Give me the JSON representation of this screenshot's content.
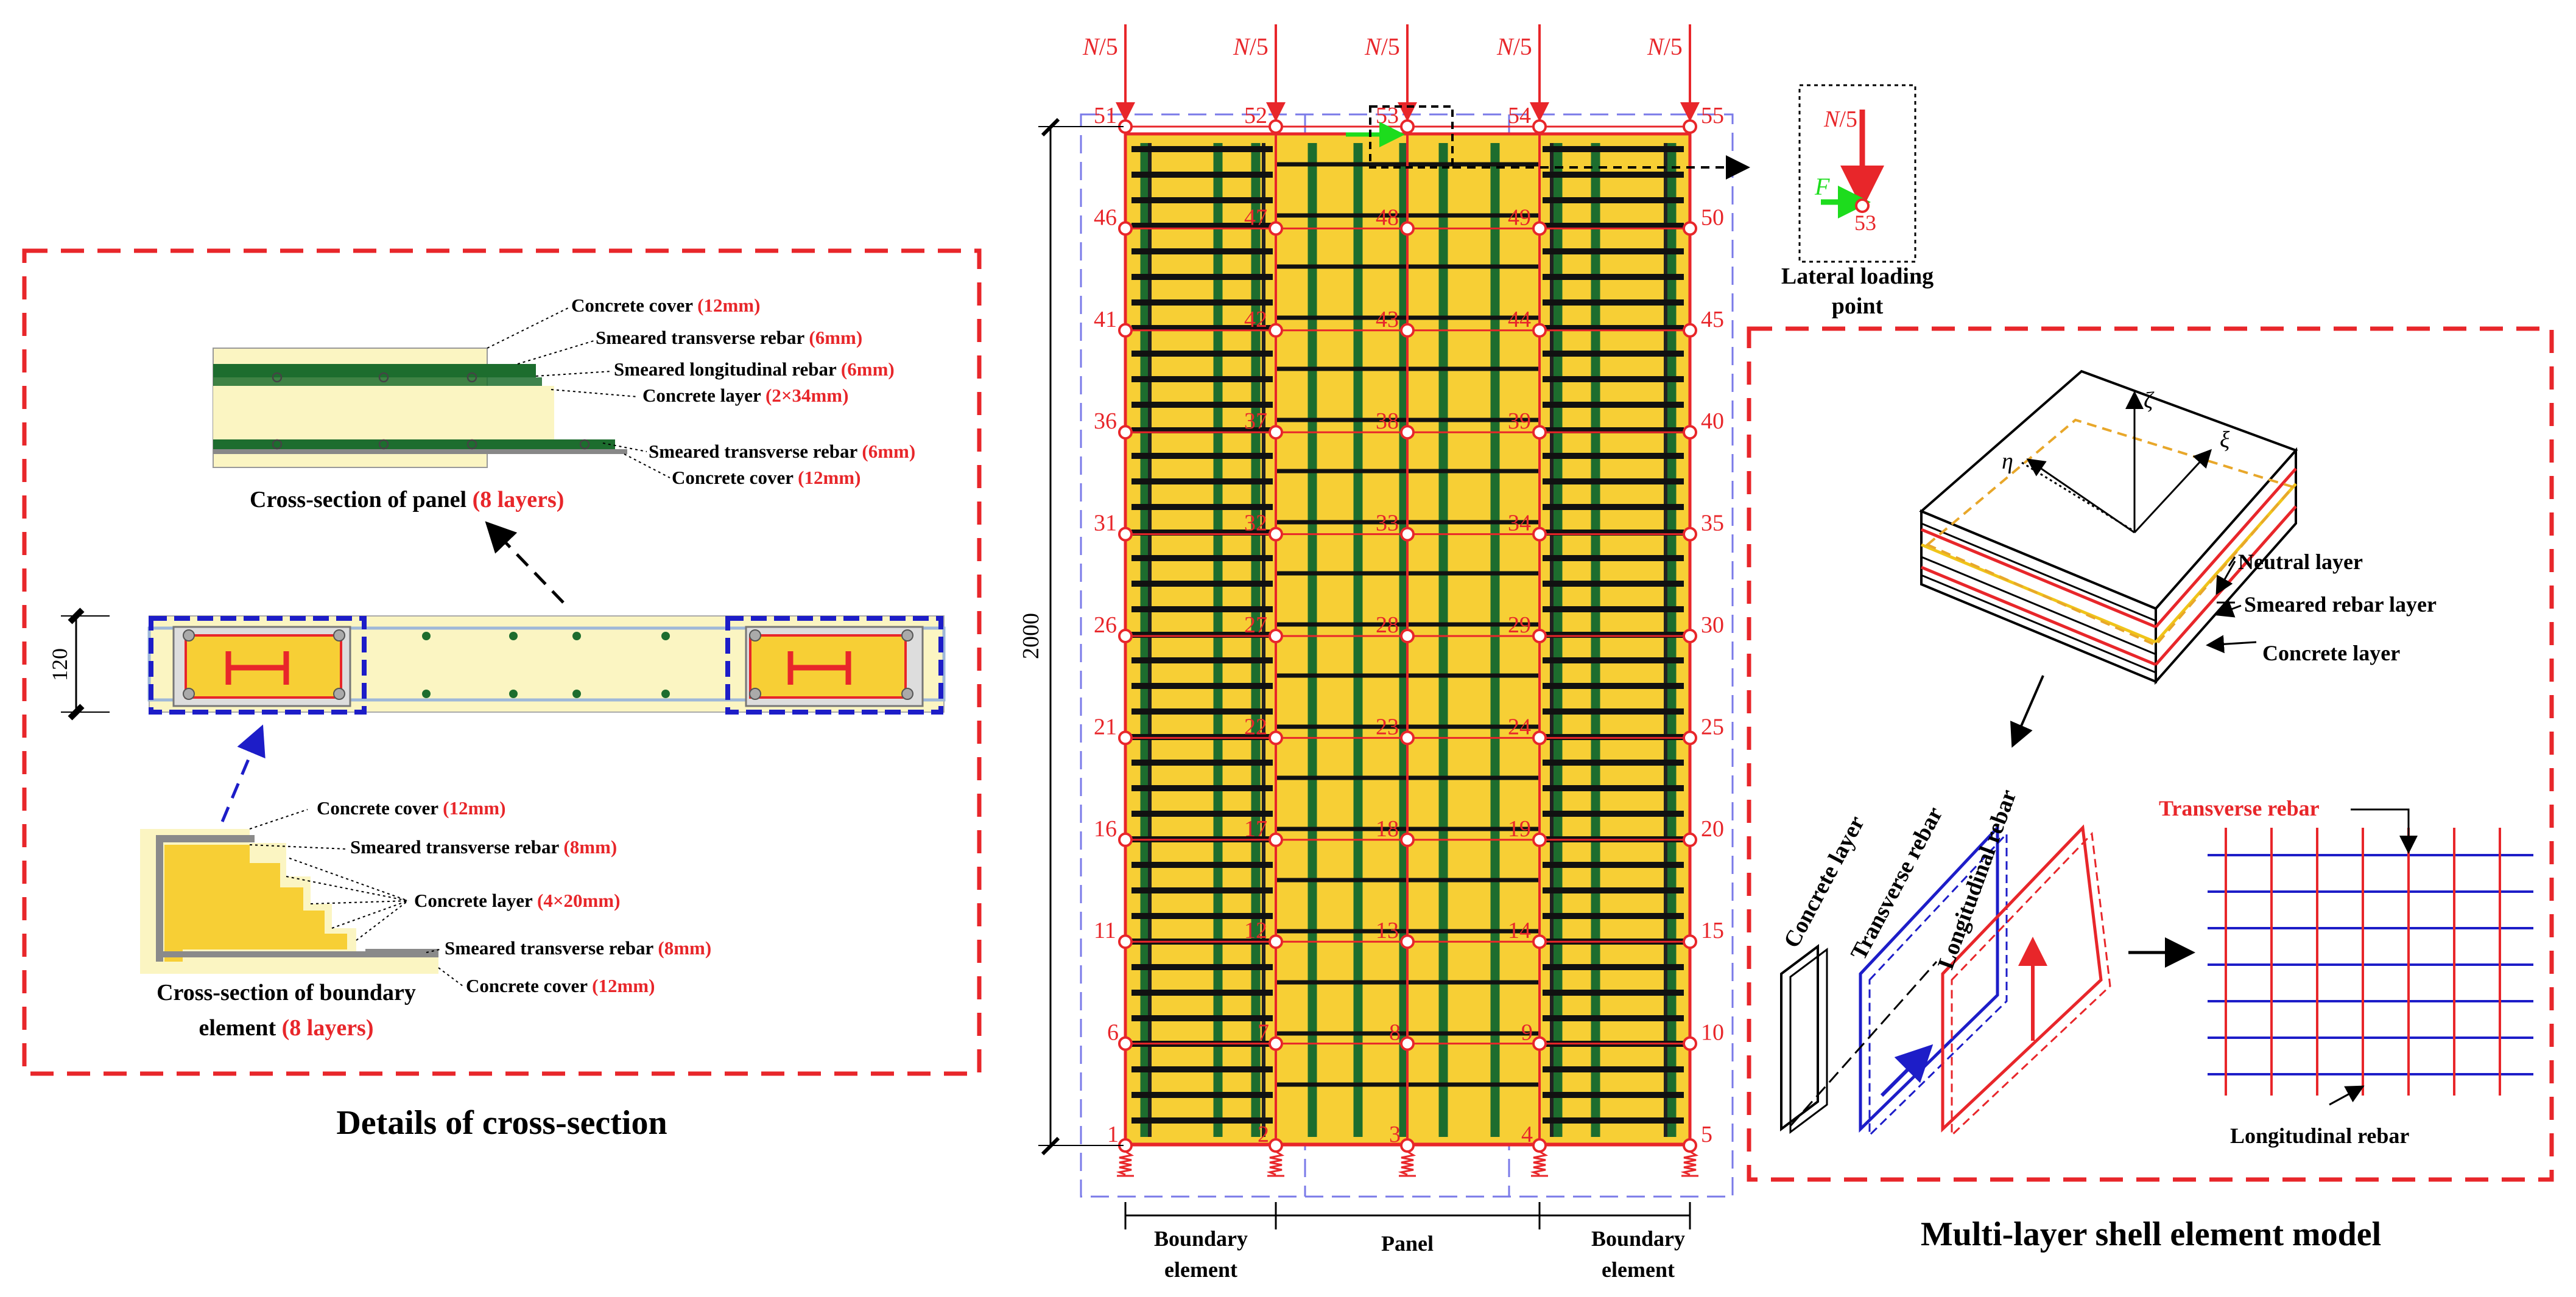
{
  "left_panel": {
    "title": "Details of cross-section",
    "panel_section": {
      "caption": "Cross-section of panel",
      "caption_layers": "(8 layers)",
      "labels": [
        {
          "text": "Concrete cover",
          "value": "(12mm)"
        },
        {
          "text": "Smeared transverse rebar",
          "value": "(6mm)"
        },
        {
          "text": "Smeared longitudinal rebar",
          "value": "(6mm)"
        },
        {
          "text": "Concrete layer",
          "value": "(2×34mm)"
        },
        {
          "text": "Smeared transverse rebar",
          "value": "(6mm)"
        },
        {
          "text": "Concrete cover",
          "value": "(12mm)"
        }
      ]
    },
    "wall_section": {
      "thickness_label": "120"
    },
    "boundary_section": {
      "caption_line1": "Cross-section of boundary",
      "caption_line2": "element",
      "caption_layers": "(8 layers)",
      "labels": [
        {
          "text": "Concrete cover",
          "value": "(12mm)"
        },
        {
          "text": "Smeared transverse rebar",
          "value": "(8mm)"
        },
        {
          "text": "Concrete layer",
          "value": "(4×20mm)"
        },
        {
          "text": "Smeared transverse rebar",
          "value": "(8mm)"
        },
        {
          "text": "Concrete cover",
          "value": "(12mm)"
        }
      ]
    }
  },
  "center_panel": {
    "load_label_italic": "N",
    "load_label_rest": "/5",
    "height_dimension": "2000",
    "node_rows": [
      [
        "1",
        "2",
        "3",
        "4",
        "5"
      ],
      [
        "6",
        "7",
        "8",
        "9",
        "10"
      ],
      [
        "11",
        "12",
        "13",
        "14",
        "15"
      ],
      [
        "16",
        "17",
        "18",
        "19",
        "20"
      ],
      [
        "21",
        "22",
        "23",
        "24",
        "25"
      ],
      [
        "26",
        "27",
        "28",
        "29",
        "30"
      ],
      [
        "31",
        "32",
        "33",
        "34",
        "35"
      ],
      [
        "36",
        "37",
        "38",
        "39",
        "40"
      ],
      [
        "41",
        "42",
        "43",
        "44",
        "45"
      ],
      [
        "46",
        "47",
        "48",
        "49",
        "50"
      ],
      [
        "51",
        "52",
        "53",
        "54",
        "55"
      ]
    ],
    "bottom_labels": {
      "left_line1": "Boundary",
      "left_line2": "element",
      "middle": "Panel",
      "right_line1": "Boundary",
      "right_line2": "element"
    },
    "lateral_inset": {
      "force_label": "F",
      "axial_italic": "N",
      "axial_rest": "/5",
      "node": "53",
      "caption_line1": "Lateral loading",
      "caption_line2": "point"
    }
  },
  "right_panel": {
    "title": "Multi-layer shell element model",
    "layer_labels": [
      "Neutral layer",
      "Smeared rebar layer",
      "Concrete layer"
    ],
    "axis_labels": {
      "zeta": "ζ",
      "xi": "ξ",
      "eta": "η"
    },
    "exploded_labels": [
      "Concrete layer",
      "Transverse rebar",
      "Longitudinal rebar"
    ],
    "mesh_labels": {
      "transverse": "Transverse rebar",
      "longitudinal": "Longitudinal rebar"
    }
  },
  "colors": {
    "red": "#e8262a",
    "blue": "#1d1dc8",
    "concrete_yellow": "#f7cf35",
    "cover_beige": "#fbf5c2",
    "rebar_green": "#1d6d2e",
    "bright_green": "#1ddc1d",
    "orange": "#e8a72a"
  }
}
